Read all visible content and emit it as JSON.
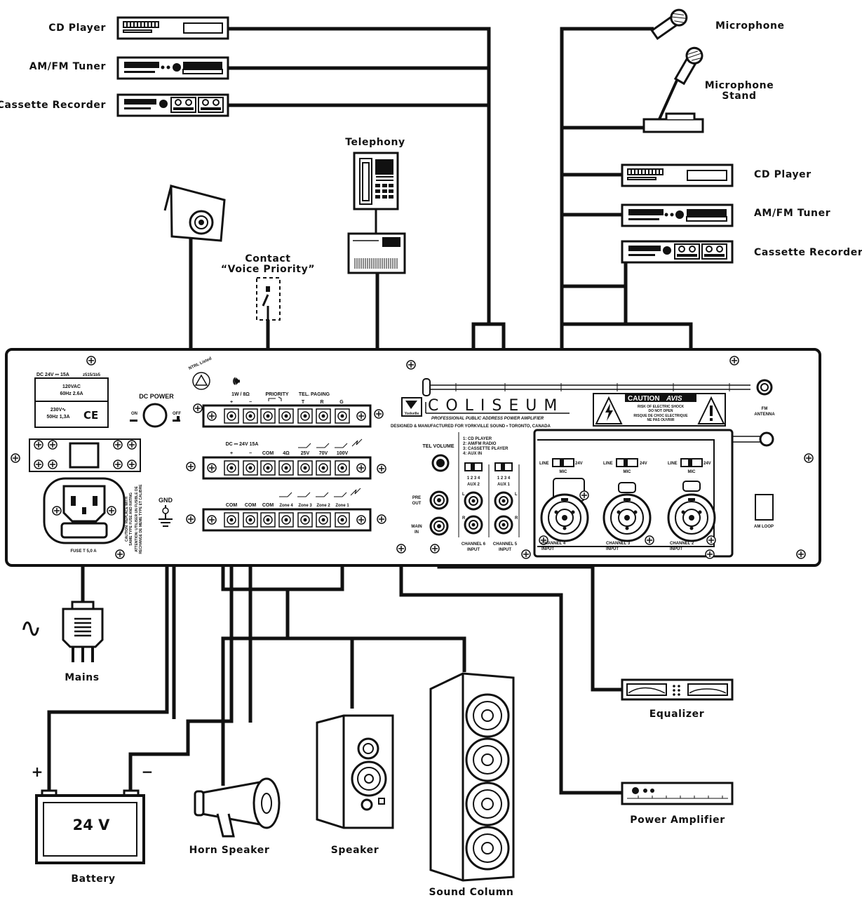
{
  "devices_left": {
    "cd_player": "CD Player",
    "tuner": "AM/FM Tuner",
    "cassette": "Cassette Recorder"
  },
  "devices_right": {
    "microphone": "Microphone",
    "microphone_stand_line1": "Microphone",
    "microphone_stand_line2": "Stand",
    "cd_player": "CD Player",
    "tuner": "AM/FM Tuner",
    "cassette": "Cassette Recorder",
    "equalizer": "Equalizer",
    "power_amp": "Power Amplifier"
  },
  "top_center": {
    "telephony": "Telephony",
    "contact_line1": "Contact",
    "contact_line2": "“Voice Priority”"
  },
  "bottom": {
    "mains": "Mains",
    "battery": "Battery",
    "battery_voltage": "24 V",
    "plus": "+",
    "minus": "−",
    "horn": "Horn Speaker",
    "speaker": "Speaker",
    "column": "Sound Column"
  },
  "panel": {
    "dc_rating": "DC 24V ⎓ 15A",
    "code": "z515/1b5",
    "ac1_line1": "120VAC",
    "ac1_line2": "60Hz 2.6A",
    "ac2_line1": "230V∿",
    "ac2_line2": "50Hz 1,3A",
    "ce": "CE",
    "dc_power": "DC POWER",
    "on": "ON",
    "off": "OFF",
    "gnd": "GND",
    "fuse": "FUSE T 5,0 A",
    "caution_fuse_1": "CAUTION: REPLACE WITH",
    "caution_fuse_2": "SAME TYPE FUSE AND RATING",
    "caution_fuse_3": "ATTENTION: UTILISER UN FUSIBLE DE",
    "caution_fuse_4": "RECHANGE DE MEME TYPE ET CALIBRE",
    "ntrl": "NTRL Listed",
    "speaker_symbol": "🕪",
    "impedance": "1W / 8Ω",
    "priority": "PRIORITY",
    "tel_paging": "TEL. PAGING",
    "t_plus": "+",
    "t_minus": "−",
    "t": "T",
    "r": "R",
    "g": "G",
    "dc_in": "DC ⎓ 24V 15A",
    "dc_plus": "+",
    "dc_minus": "−",
    "com": "COM",
    "ohm4": "4Ω",
    "v25": "25V",
    "v70": "70V",
    "v100": "100V",
    "zone_com": "COM",
    "zone4": "Zone 4",
    "zone3": "Zone 3",
    "zone2": "Zone 2",
    "zone1": "Zone 1",
    "brand": "COLISEUM",
    "yorkville": "Yorkville",
    "subtitle": "PROFESSIONAL PUBLIC ADDRESS POWER AMPLIFIER",
    "designed": "DESIGNED & MANUFACTURED FOR YORKVILLE SOUND • TORONTO, CANADA",
    "caution": "CAUTION",
    "avis": "AVIS",
    "risk_1": "RISK OF ELECTRIC SHOCK",
    "risk_2": "DO NOT OPEN",
    "risk_3": "RISQUE DE CHOC ELECTRIQUE",
    "risk_4": "NE PAS OUVRIR",
    "fm_antenna_1": "FM",
    "fm_antenna_2": "ANTENNA",
    "am_loop": "AM LOOP",
    "tel_volume": "TEL VOLUME",
    "pre_out_1": "PRE",
    "pre_out_2": "OUT",
    "main_in_1": "MAIN",
    "main_in_2": "IN",
    "aux_list_1": "1: CD PLAYER",
    "aux_list_2": "2: AM/FM RADIO",
    "aux_list_3": "3: CASSETTE PLAYER",
    "aux_list_4": "4: AUX IN",
    "aux_nums": "1 2 3 4",
    "aux2": "AUX 2",
    "aux1": "AUX 1",
    "l": "L",
    "rr": "R",
    "ch6_1": "CHANNEL 6",
    "ch6_2": "INPUT",
    "ch5_1": "CHANNEL 5",
    "ch5_2": "INPUT",
    "line": "LINE",
    "v24": "24V",
    "mic": "MIC",
    "ch4_1": "CHANNEL 4",
    "ch4_2": "INPUT",
    "ch3_1": "CHANNEL 3",
    "ch3_2": "INPUT",
    "ch2_1": "CHANNEL 2",
    "ch2_2": "INPUT"
  }
}
